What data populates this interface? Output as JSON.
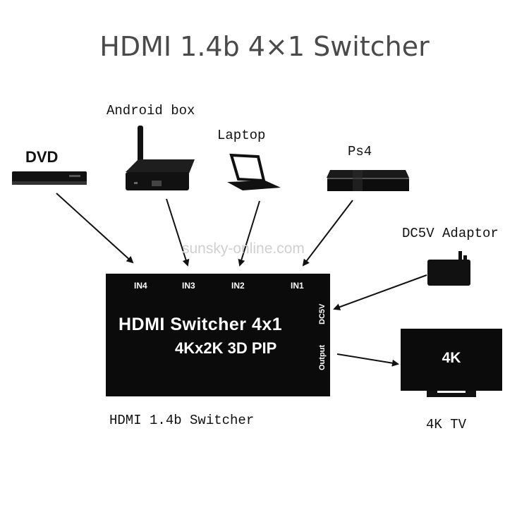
{
  "title": "HDMI 1.4b 4×1 Switcher",
  "devices": {
    "dvd": "DVD",
    "android_box": "Android box",
    "laptop": "Laptop",
    "ps4": "Ps4",
    "dc_adaptor": "DC5V Adaptor"
  },
  "switcher": {
    "ports": {
      "in4": "IN4",
      "in3": "IN3",
      "in2": "IN2",
      "in1": "IN1"
    },
    "line1": "HDMI Switcher 4x1",
    "line2": "4Kx2K 3D PIP",
    "dc_label": "DC5V",
    "output_label": "Output",
    "caption": "HDMI 1.4b Switcher"
  },
  "tv": {
    "screen_text": "4K",
    "caption": "4K TV"
  },
  "watermark": "sunsky-online.com"
}
